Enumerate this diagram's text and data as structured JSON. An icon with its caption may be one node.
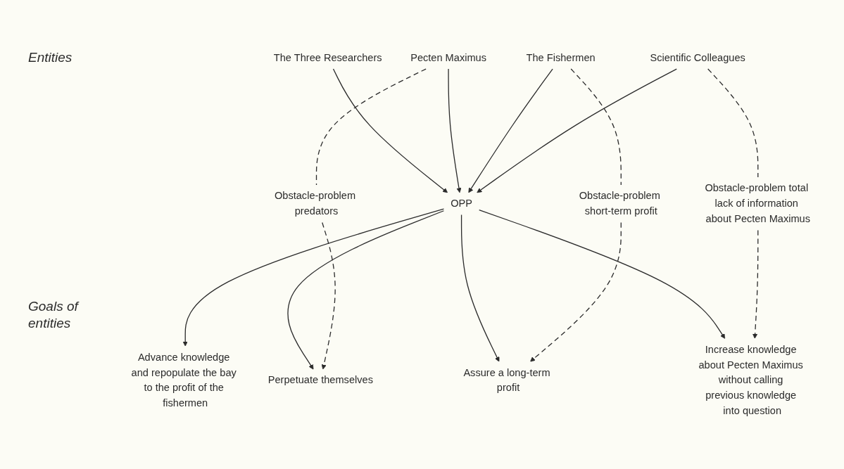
{
  "diagram": {
    "nodes": [
      {
        "text": [
          "The Three Researchers"
        ]
      },
      {
        "text": [
          "Pecten Maximus"
        ]
      },
      {
        "text": [
          "The Fishermen"
        ]
      },
      {
        "text": [
          "Scientific Colleagues"
        ]
      },
      {
        "text": [
          "Obstacle-problem predators"
        ]
      },
      {
        "text": [
          "Obstacle-problem short-term profit"
        ]
      },
      {
        "text": [
          "Obstacle-problem total lack of information about Pecten Maximus"
        ]
      },
      {
        "text": [
          "OPP"
        ]
      },
      {
        "text": [
          "Advance knowledge and repopulate the bay to the profit of the fishermen"
        ]
      },
      {
        "text": [
          "Perpetuate themselves"
        ]
      },
      {
        "text": [
          "Assure a long-term profit"
        ]
      },
      {
        "text": [
          "Increase knowledge about Pecten Maximus without calling previous knowledge into question"
        ]
      }
    ],
    "edges": [
      {
        "from": 0,
        "to": 7,
        "arrow": "to"
      },
      {
        "from": 1,
        "to": 7,
        "arrow": "to"
      },
      {
        "from": 2,
        "to": 7,
        "arrow": "to"
      },
      {
        "from": 3,
        "to": 7,
        "arrow": "to"
      },
      {
        "from": 1,
        "to": 4,
        "arrow": "none",
        "style": "dashed"
      },
      {
        "from": 2,
        "to": 5,
        "arrow": "none",
        "style": "dashed"
      },
      {
        "from": 3,
        "to": 6,
        "arrow": "none",
        "style": "dashed"
      },
      {
        "from": 7,
        "to": 8,
        "arrow": "to"
      },
      {
        "from": 7,
        "to": 9,
        "arrow": "to"
      },
      {
        "from": 7,
        "to": 10,
        "arrow": "to"
      },
      {
        "from": 7,
        "to": 11,
        "arrow": "to"
      },
      {
        "from": 4,
        "to": 9,
        "arrow": "to",
        "style": "dashed"
      },
      {
        "from": 5,
        "to": 10,
        "arrow": "to",
        "style": "dashed"
      },
      {
        "from": 6,
        "to": 11,
        "arrow": "to",
        "style": "dashed"
      }
    ],
    "labels": [
      "Entities",
      "Goals of entities"
    ]
  }
}
